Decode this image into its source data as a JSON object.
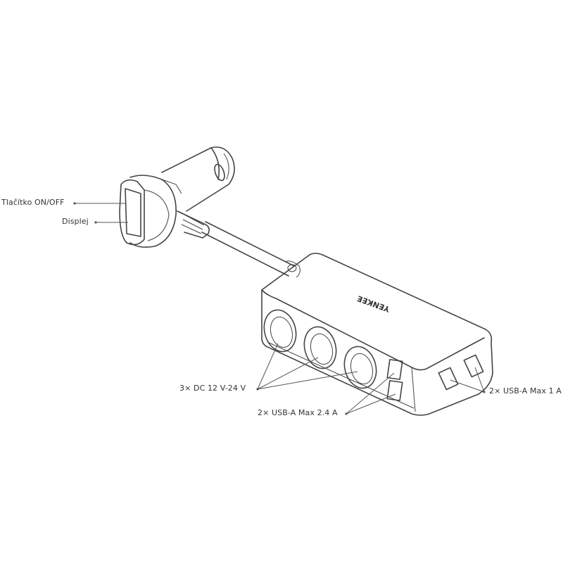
{
  "diagram": {
    "brand_logo": "YENKEE",
    "labels": {
      "on_off_button": "Tlačítko ON/OFF",
      "display": "Displej",
      "dc_sockets": "3× DC 12 V-24 V",
      "usb_front": "2× USB-A Max 2.4 A",
      "usb_side": "2× USB-A Max 1 A"
    }
  }
}
